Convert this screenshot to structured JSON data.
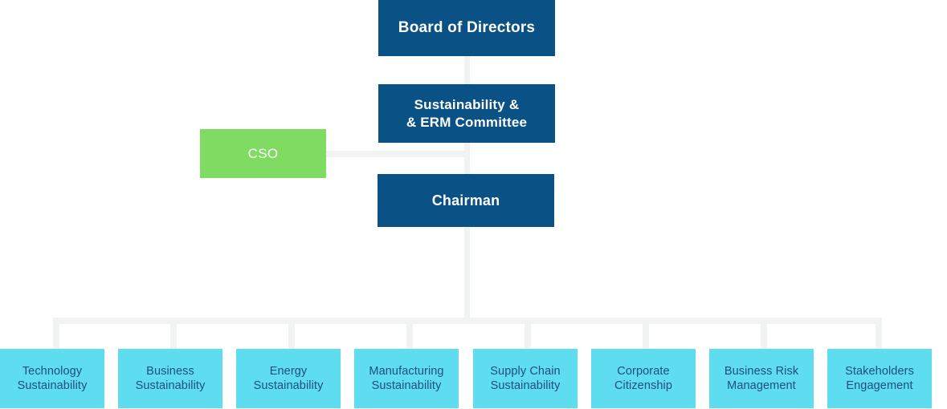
{
  "chart_data": {
    "type": "diagram",
    "title": "Sustainability Governance Organization Chart",
    "orientation": "top-down",
    "colors": {
      "dark_blue": "#0a5186",
      "green": "#80db62",
      "cyan": "#5dddef",
      "connector_gray": "#f1f2f2",
      "leaf_text": "#1f4e79",
      "background": "#ffffff"
    },
    "levels": [
      {
        "level": 1,
        "nodes": [
          "Board of Directors"
        ]
      },
      {
        "level": 2,
        "nodes": [
          "Sustainability &\n& ERM Committee"
        ]
      },
      {
        "level": 2.5,
        "nodes": [
          "CSO"
        ]
      },
      {
        "level": 3,
        "nodes": [
          "Chairman"
        ]
      },
      {
        "level": 4,
        "nodes": [
          "Technology Sustainability",
          "Business Sustainability",
          "Energy Sustainability",
          "Manufacturing Sustainability",
          "Supply Chain Sustainability",
          "Corporate Citizenship",
          "Business Risk Management",
          "Stakeholders Engagement"
        ]
      }
    ]
  },
  "nodes": {
    "board": {
      "label": "Board of Directors"
    },
    "committee": {
      "line1": "Sustainability &",
      "line2": "& ERM Committee",
      "label": "Sustainability &\n& ERM Committee"
    },
    "cso": {
      "label": "CSO"
    },
    "chairman": {
      "label": "Chairman"
    }
  },
  "leaves": [
    {
      "line1": "Technology",
      "line2": "Sustainability",
      "label": "Technology\nSustainability"
    },
    {
      "line1": "Business",
      "line2": "Sustainability",
      "label": "Business\nSustainability"
    },
    {
      "line1": "Energy",
      "line2": "Sustainability",
      "label": "Energy\nSustainability"
    },
    {
      "line1": "Manufacturing",
      "line2": "Sustainability",
      "label": "Manufacturing\nSustainability"
    },
    {
      "line1": "Supply Chain",
      "line2": "Sustainability",
      "label": "Supply Chain\nSustainability"
    },
    {
      "line1": "Corporate",
      "line2": "Citizenship",
      "label": "Corporate\nCitizenship"
    },
    {
      "line1": "Business Risk",
      "line2": "Management",
      "label": "Business Risk\nManagement"
    },
    {
      "line1": "Stakeholders",
      "line2": "Engagement",
      "label": "Stakeholders\nEngagement"
    }
  ]
}
